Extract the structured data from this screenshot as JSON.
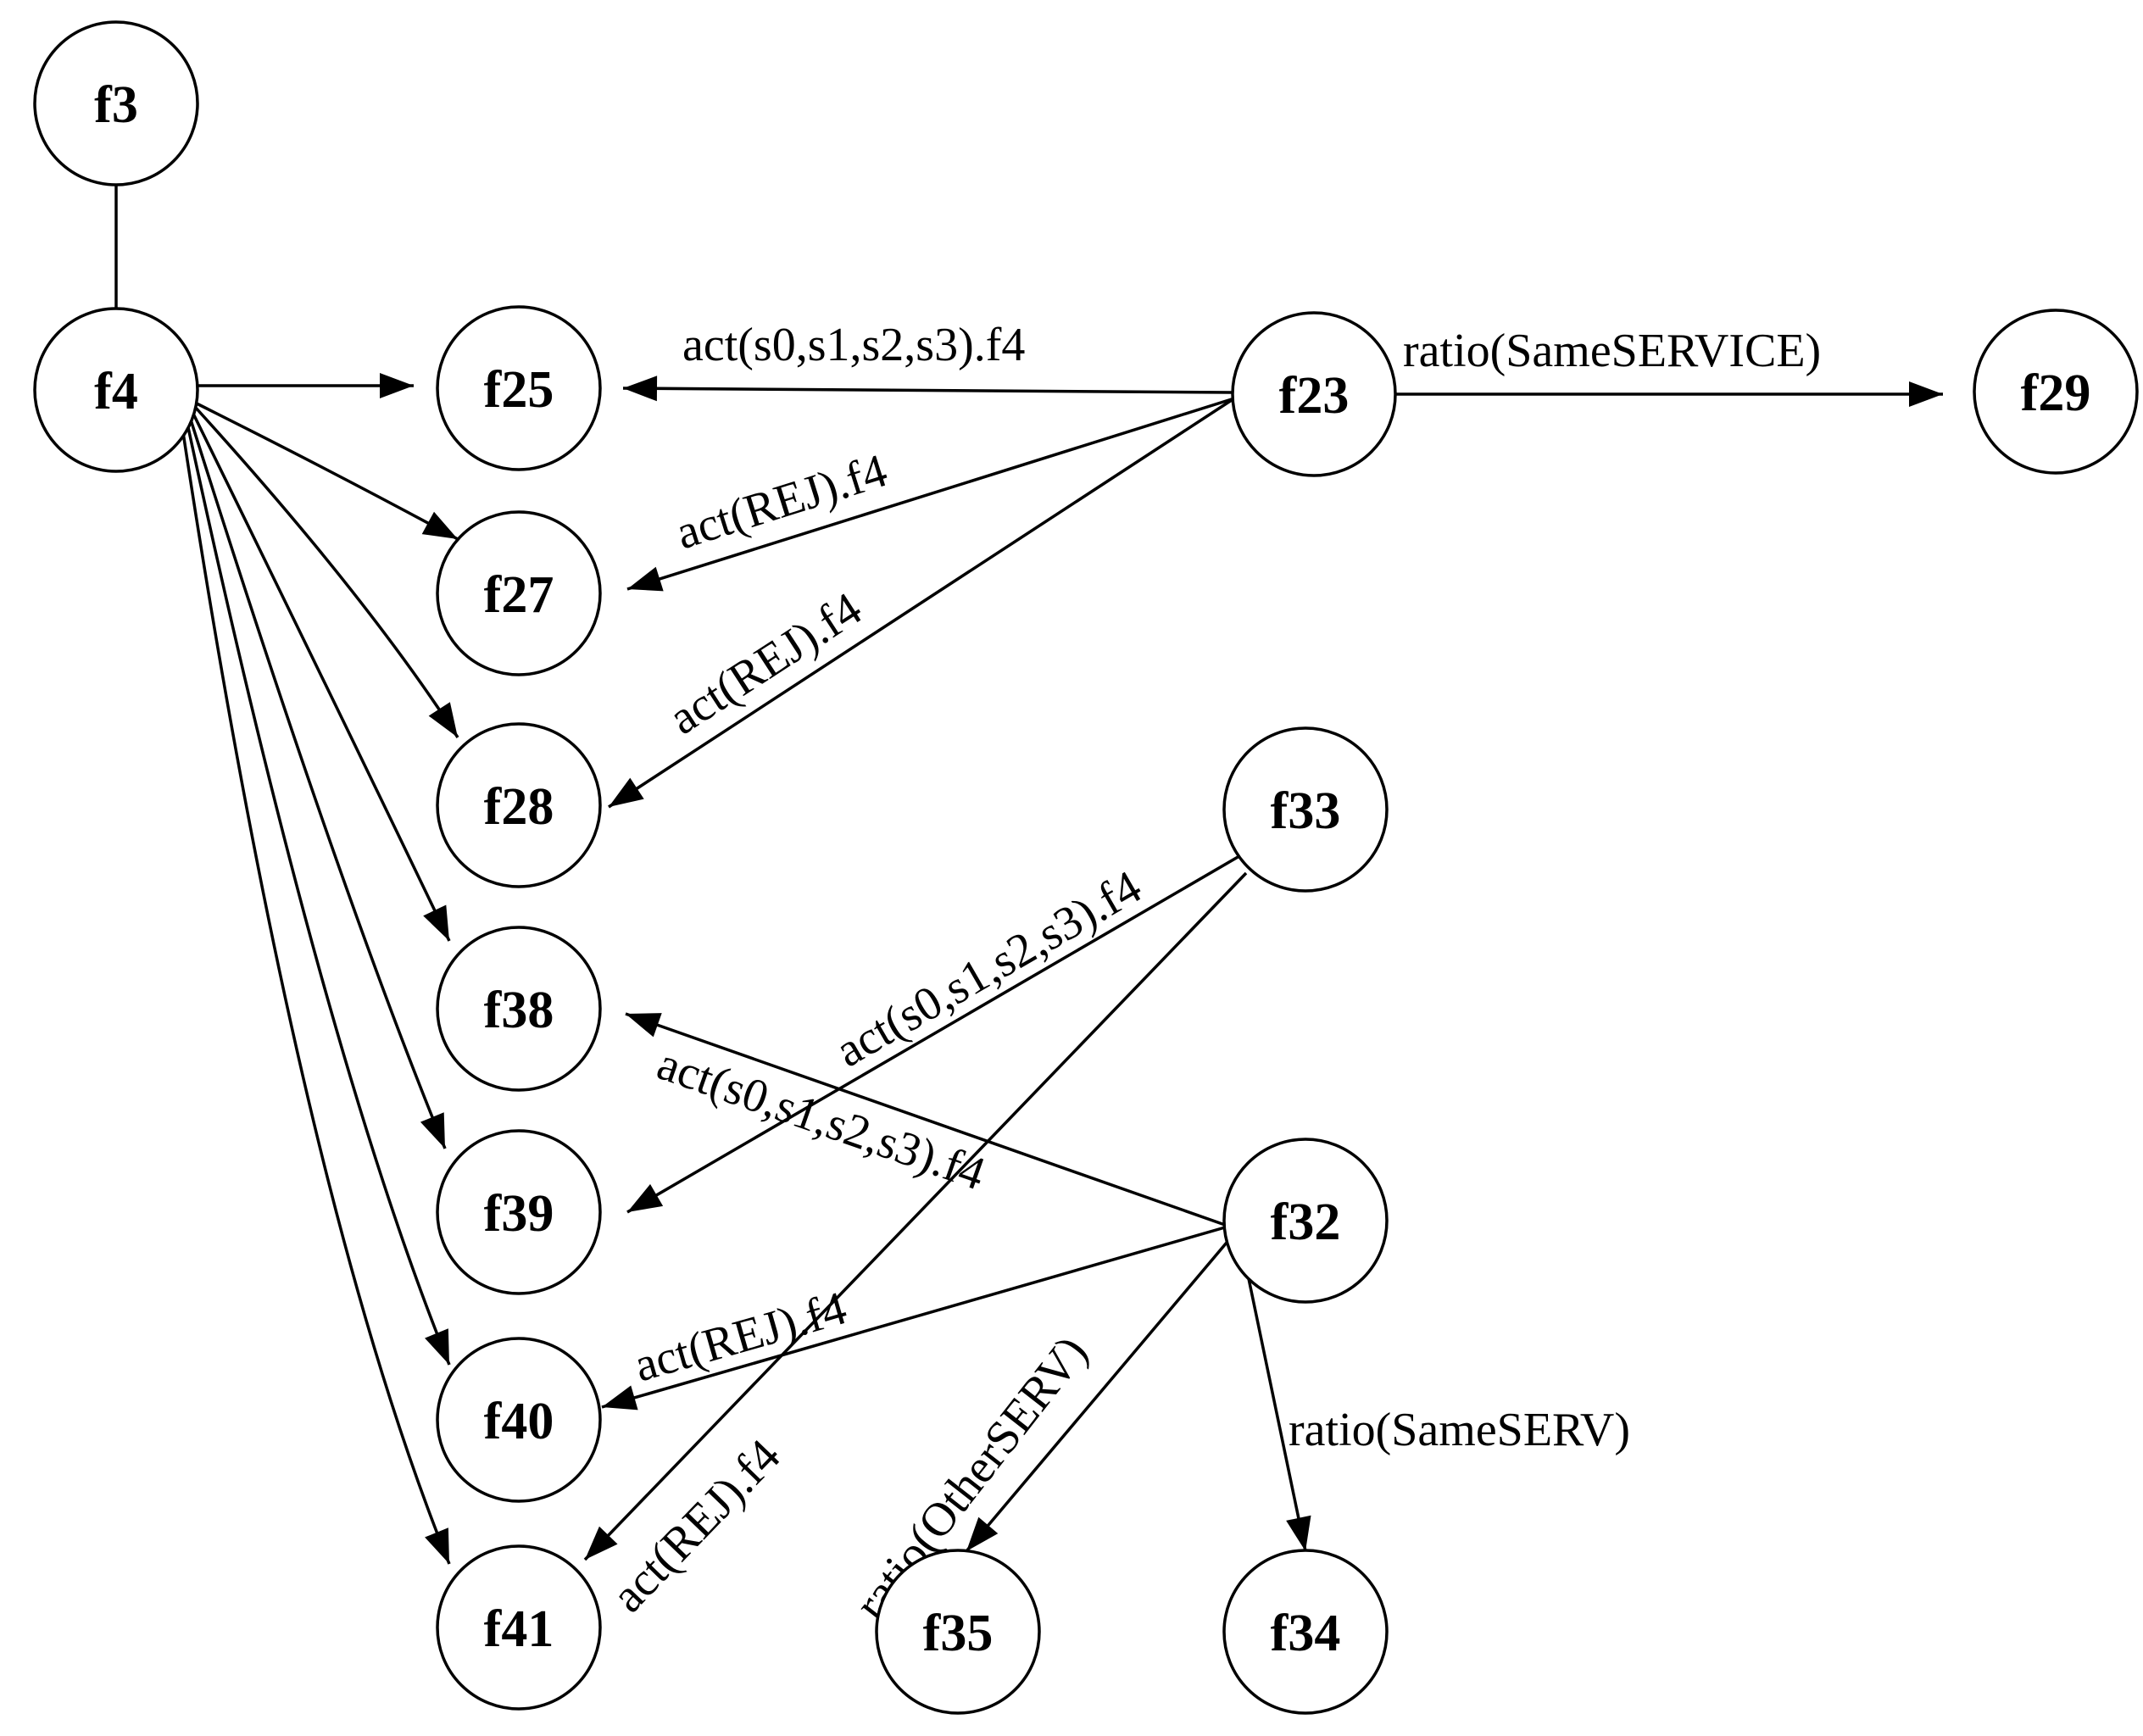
{
  "nodes": [
    {
      "id": "f3",
      "label": "f3"
    },
    {
      "id": "f4",
      "label": "f4"
    },
    {
      "id": "f25",
      "label": "f25"
    },
    {
      "id": "f27",
      "label": "f27"
    },
    {
      "id": "f28",
      "label": "f28"
    },
    {
      "id": "f38",
      "label": "f38"
    },
    {
      "id": "f39",
      "label": "f39"
    },
    {
      "id": "f40",
      "label": "f40"
    },
    {
      "id": "f41",
      "label": "f41"
    },
    {
      "id": "f23",
      "label": "f23"
    },
    {
      "id": "f29",
      "label": "f29"
    },
    {
      "id": "f33",
      "label": "f33"
    },
    {
      "id": "f32",
      "label": "f32"
    },
    {
      "id": "f35",
      "label": "f35"
    },
    {
      "id": "f34",
      "label": "f34"
    }
  ],
  "edges": [
    {
      "from": "f3",
      "to": "f4",
      "label": ""
    },
    {
      "from": "f4",
      "to": "f25",
      "label": ""
    },
    {
      "from": "f4",
      "to": "f27",
      "label": ""
    },
    {
      "from": "f4",
      "to": "f28",
      "label": ""
    },
    {
      "from": "f4",
      "to": "f38",
      "label": ""
    },
    {
      "from": "f4",
      "to": "f39",
      "label": ""
    },
    {
      "from": "f4",
      "to": "f40",
      "label": ""
    },
    {
      "from": "f4",
      "to": "f41",
      "label": ""
    },
    {
      "from": "f23",
      "to": "f25",
      "label": "act(s0,s1,s2,s3).f4"
    },
    {
      "from": "f23",
      "to": "f27",
      "label": "act(REJ).f4"
    },
    {
      "from": "f23",
      "to": "f28",
      "label": "act(REJ).f4"
    },
    {
      "from": "f23",
      "to": "f29",
      "label": "ratio(SameSERVICE)"
    },
    {
      "from": "f33",
      "to": "f39",
      "label": "act(s0,s1,s2,s3).f4"
    },
    {
      "from": "f33",
      "to": "f41",
      "label": "act(REJ).f4"
    },
    {
      "from": "f32",
      "to": "f38",
      "label": "act(s0,s1,s2,s3).f4"
    },
    {
      "from": "f32",
      "to": "f40",
      "label": "act(REJ).f4"
    },
    {
      "from": "f32",
      "to": "f35",
      "label": "ratio(OtherSERV)"
    },
    {
      "from": "f32",
      "to": "f34",
      "label": "ratio(SameSERV)"
    }
  ]
}
